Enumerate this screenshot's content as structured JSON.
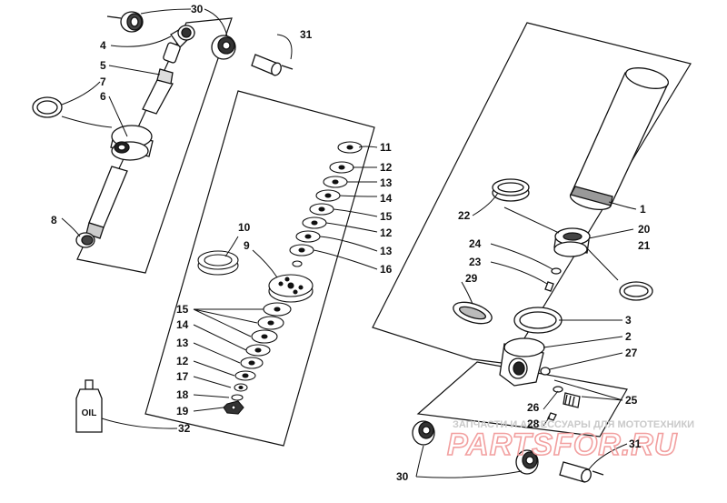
{
  "diagram": {
    "title": "",
    "oil_bottle_label": "OIL",
    "watermark": {
      "line": "ЗАПЧАСТИ И АКСЕССУАРЫ ДЛЯ МОТОТЕХНИКИ",
      "brand": "PARTSFOR.RU"
    },
    "callouts": [
      "30",
      "4",
      "31",
      "5",
      "7",
      "6",
      "8",
      "1",
      "22",
      "20",
      "21",
      "24",
      "23",
      "29",
      "3",
      "2",
      "27",
      "25",
      "26",
      "28",
      "31",
      "30",
      "10",
      "9",
      "11",
      "12",
      "13",
      "14",
      "15",
      "12",
      "13",
      "16",
      "15",
      "14",
      "13",
      "12",
      "17",
      "18",
      "19",
      "32"
    ]
  }
}
